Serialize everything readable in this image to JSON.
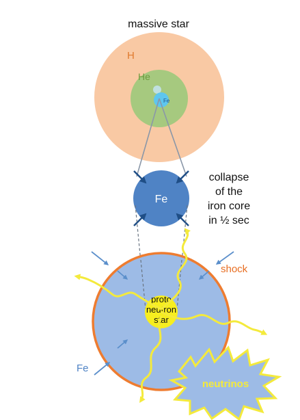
{
  "labels": {
    "title": "massive star",
    "layer_h": "H",
    "layer_he": "He",
    "layer_fe_small": "Fe",
    "core_fe": "Fe",
    "collapse_line1": "collapse",
    "collapse_line2": "of the",
    "collapse_line3": "iron core",
    "collapse_line4": "in ½ sec",
    "shock": "shock",
    "proto_line1": "proto",
    "proto_line2": "neutron",
    "proto_line3": "star",
    "infall_fe": "Fe",
    "neutrinos": "neutrinos"
  },
  "colors": {
    "hydrogen_envelope": "#f9c9a4",
    "helium_shell": "#a6c97f",
    "iron_center_small": "#5ec6ee",
    "iron_core": "#4f83c5",
    "collapse_arrows": "#1f4e86",
    "shocked_region": "#9dbbe6",
    "shock_front": "#ee7c30",
    "proto_neutron_star": "#f7ee1f",
    "neutrino_wave": "#f4ea3c",
    "neutrino_burst": "#9dbbe6",
    "infall_arrows": "#5b8fcb",
    "label_h": "#e07a2e",
    "label_he": "#6e9a3e",
    "label_shock": "#e86e22",
    "label_fe_infall": "#4f83c5",
    "label_neutrinos": "#f4ea3c"
  }
}
